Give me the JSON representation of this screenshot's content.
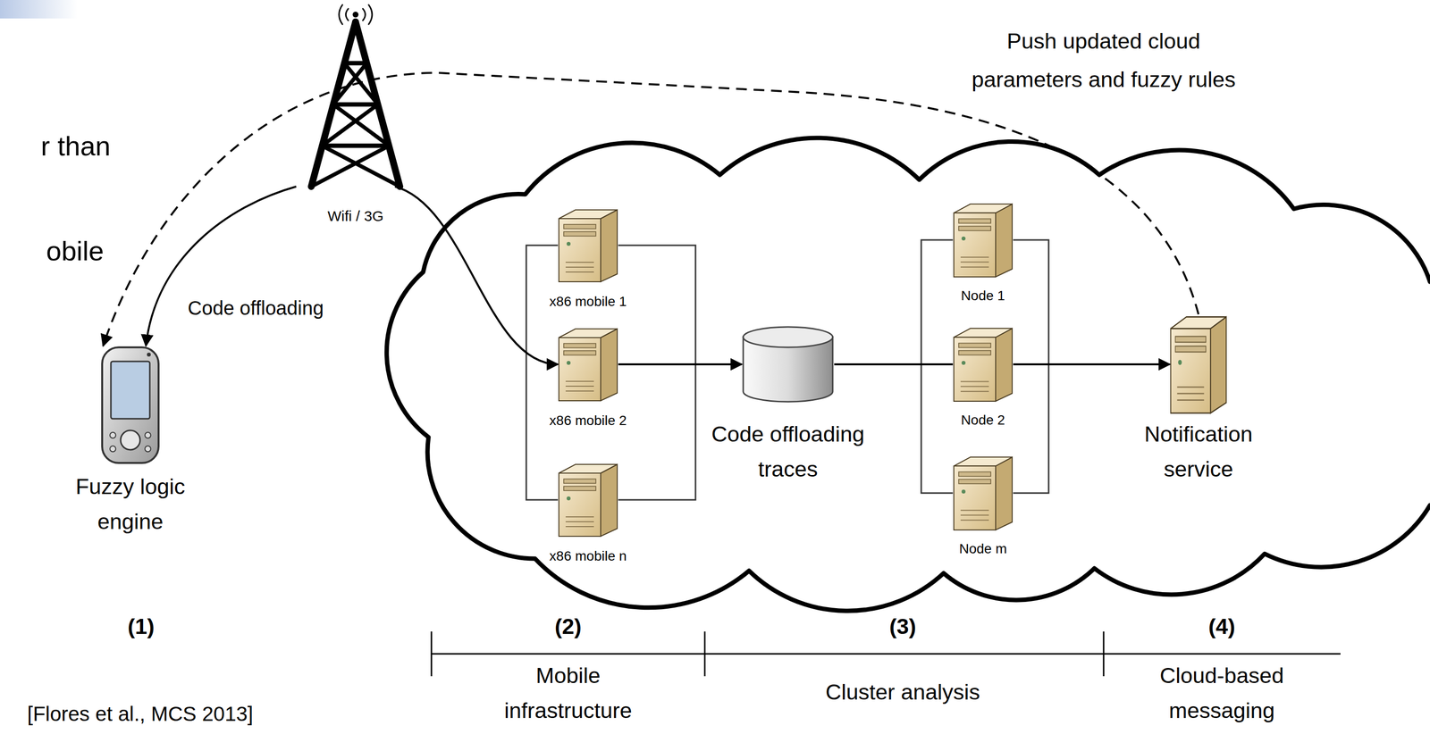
{
  "diagram": {
    "nodes": [
      {
        "text": [
          "Wifi / 3G"
        ]
      },
      {
        "text": [
          "Fuzzy logic engine"
        ]
      },
      {
        "text": [
          "x86 mobile 1"
        ]
      },
      {
        "text": [
          "x86 mobile 2"
        ]
      },
      {
        "text": [
          "x86 mobile n"
        ]
      },
      {
        "text": [
          "Code offloading traces"
        ]
      },
      {
        "text": [
          "Node 1"
        ]
      },
      {
        "text": [
          "Node 2"
        ]
      },
      {
        "text": [
          "Node m"
        ]
      },
      {
        "text": [
          "Notification service"
        ]
      }
    ],
    "edges": [
      {
        "from": 0,
        "to": 1,
        "label": "Code offloading",
        "arrow": "to"
      },
      {
        "from": 0,
        "to": 3,
        "arrow": "to"
      },
      {
        "from": 3,
        "to": 5,
        "arrow": "to"
      },
      {
        "from": 5,
        "to": 7,
        "arrow": "none"
      },
      {
        "from": 7,
        "to": 9,
        "arrow": "to"
      },
      {
        "from": 9,
        "to": 1,
        "label": "Push updated cloud parameters and fuzzy rules",
        "arrow": "to"
      }
    ],
    "labels": [
      "r than",
      "obile",
      "(1)",
      "(2)",
      "(3)",
      "(4)",
      "Mobile infrastructure",
      "Cluster analysis",
      "Cloud-based messaging",
      "[Flores et al., MCS 2013]"
    ]
  }
}
